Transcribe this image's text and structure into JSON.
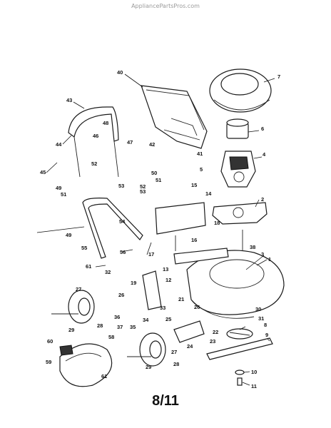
{
  "header": {
    "site": "AppliancePartsPros.com"
  },
  "footer": {
    "page_code": "8/11"
  },
  "diagram": {
    "part_labels": [
      "1",
      "2",
      "3",
      "4",
      "5",
      "6",
      "7",
      "8",
      "9",
      "10",
      "11",
      "12",
      "13",
      "14",
      "15",
      "16",
      "17",
      "18",
      "19",
      "21",
      "22",
      "23",
      "24",
      "25",
      "26",
      "26",
      "27",
      "27",
      "28",
      "28",
      "29",
      "29",
      "30",
      "31",
      "32",
      "33",
      "34",
      "35",
      "36",
      "37",
      "38",
      "40",
      "41",
      "42",
      "43",
      "44",
      "45",
      "46",
      "47",
      "48",
      "49",
      "49",
      "50",
      "51",
      "51",
      "52",
      "52",
      "53",
      "53",
      "54",
      "55",
      "56",
      "56",
      "58",
      "59",
      "60",
      "61",
      "61"
    ]
  }
}
